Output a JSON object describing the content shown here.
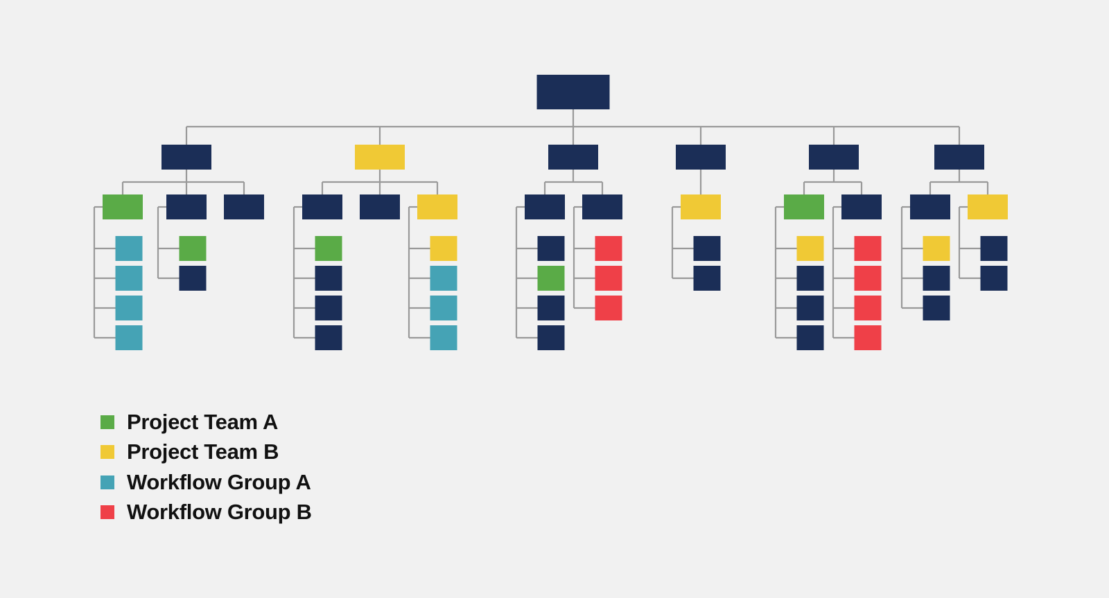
{
  "colors": {
    "navy": "#1b2e57",
    "green": "#5aab47",
    "yellow": "#f0c935",
    "teal": "#45a3b5",
    "red": "#ef4048",
    "connector": "#999999",
    "background": "#f1f1f1"
  },
  "legend": [
    {
      "label": "Project Team A",
      "color": "green"
    },
    {
      "label": "Project Team B",
      "color": "yellow"
    },
    {
      "label": "Workflow Group A",
      "color": "teal"
    },
    {
      "label": "Workflow Group B",
      "color": "red"
    }
  ],
  "org_chart": {
    "root": {
      "color": "navy"
    },
    "divisions": [
      {
        "color": "navy",
        "teams": [
          {
            "color": "green",
            "members": [
              "teal",
              "teal",
              "teal",
              "teal"
            ]
          },
          {
            "color": "navy",
            "members": [
              "green",
              "navy"
            ]
          },
          {
            "color": "navy",
            "members": []
          }
        ]
      },
      {
        "color": "yellow",
        "teams": [
          {
            "color": "navy",
            "members": [
              "green",
              "navy",
              "navy",
              "navy"
            ]
          },
          {
            "color": "navy",
            "members": []
          },
          {
            "color": "yellow",
            "members": [
              "yellow",
              "teal",
              "teal",
              "teal"
            ]
          }
        ]
      },
      {
        "color": "navy",
        "teams": [
          {
            "color": "navy",
            "members": [
              "navy",
              "green",
              "navy",
              "navy"
            ]
          },
          {
            "color": "navy",
            "members": [
              "red",
              "red",
              "red"
            ]
          }
        ]
      },
      {
        "color": "navy",
        "teams": [
          {
            "color": "yellow",
            "members": [
              "navy",
              "navy"
            ]
          }
        ]
      },
      {
        "color": "navy",
        "teams": [
          {
            "color": "green",
            "members": [
              "yellow",
              "navy",
              "navy",
              "navy"
            ]
          },
          {
            "color": "navy",
            "members": [
              "red",
              "red",
              "red",
              "red"
            ]
          }
        ]
      },
      {
        "color": "navy",
        "teams": [
          {
            "color": "navy",
            "members": [
              "yellow",
              "navy",
              "navy"
            ]
          },
          {
            "color": "yellow",
            "members": [
              "navy",
              "navy"
            ]
          }
        ]
      }
    ]
  }
}
